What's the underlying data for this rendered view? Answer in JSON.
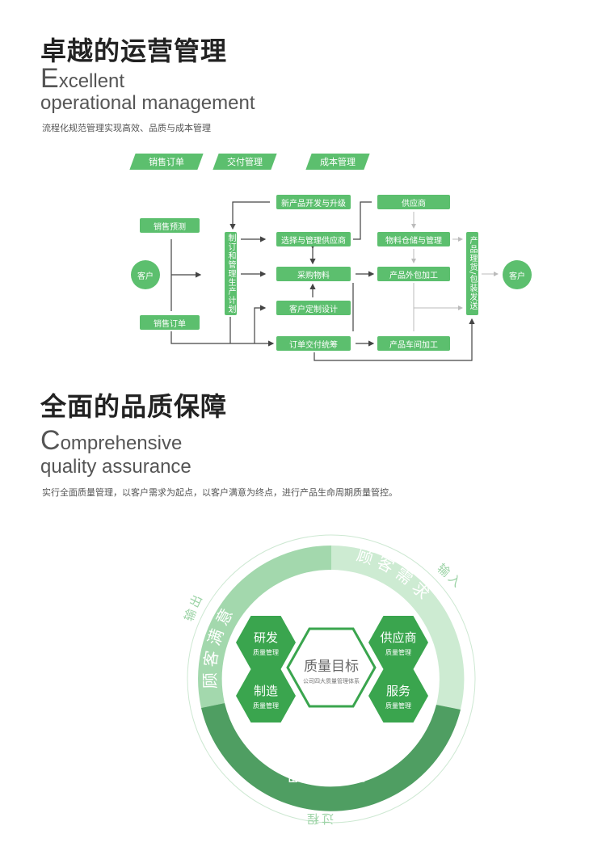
{
  "section1": {
    "title": "卓越的运营管理",
    "en_initial": "E",
    "en_line1_rest": "xcellent",
    "en_line2": "operational management",
    "subtitle": "流程化规范管理实现高效、品质与成本管理"
  },
  "tags": [
    "销售订单",
    "交付管理",
    "成本管理"
  ],
  "flow": {
    "customer_left": "客户",
    "customer_right": "客户",
    "sales_forecast": "销售预测",
    "sales_order": "销售订单",
    "plan": "制订和管理生产计划",
    "new_product": "新产品开发与升级",
    "select_supplier": "选择与管理供应商",
    "purchase": "采购物料",
    "custom_design": "客户定制设计",
    "order_delivery": "订单交付统筹",
    "supplier": "供应商",
    "warehouse": "物料仓储与管理",
    "outsourcing": "产品外包加工",
    "workshop": "产品车间加工",
    "packing": "产品理货/包装发送"
  },
  "section2": {
    "title": "全面的品质保障",
    "en_initial": "C",
    "en_line1_rest": "omprehensive",
    "en_line2": "quality assurance",
    "subtitle": "实行全面质量管理，以客户需求为起点，以客户满意为终点，进行产品生命周期质量管控。"
  },
  "quality": {
    "center_title": "质量目标",
    "center_sub": "公司四大质量管理体系",
    "hexes": [
      {
        "t": "研发",
        "s": "质量管理"
      },
      {
        "t": "制造",
        "s": "质量管理"
      },
      {
        "t": "供应商",
        "s": "质量管理"
      },
      {
        "t": "服务",
        "s": "质量管理"
      }
    ],
    "ring_left": "顾客满意",
    "ring_right": "顾客需求",
    "ring_bottom": "质量管理",
    "output": "输出",
    "input": "输入",
    "process": "过程"
  },
  "colors": {
    "green": "#5cbf6e",
    "dark_green": "#3aa54e",
    "ring_dark": "#4f9e62",
    "ring_mid": "#a3d8ad",
    "ring_light": "#cdebd2"
  }
}
